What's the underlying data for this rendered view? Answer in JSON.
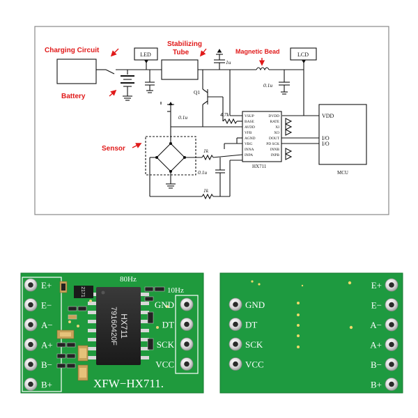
{
  "colors": {
    "red": "#e01919",
    "board_green": "#1f9a3d",
    "board_green_back": "#1e9a40",
    "silkscreen": "#ffffff",
    "line": "#111111"
  },
  "schematic": {
    "callouts": {
      "charging_circuit": "Charging Circuit",
      "stabilizing_tube_line1": "Stabilizing",
      "stabilizing_tube_line2": "Tube",
      "magnetic_bead": "Magnetic Bead",
      "battery": "Battery",
      "sensor": "Sensor"
    },
    "boxes": {
      "led": "LED",
      "lcd": "LCD",
      "mcu": "MCU"
    },
    "components": {
      "cap_1u": "1u",
      "cap_01u_top": "0.1u",
      "cap_01u_sensor": "0.1u",
      "cap_01u_low": "0.1u",
      "transistor": "Q1",
      "res_47k": "4.7k",
      "res_1k_a": "1k",
      "res_1k_b": "1k"
    },
    "hx711": {
      "name": "HX711",
      "left_pins": [
        "VSUP",
        "BASE",
        "AVDD",
        "VFB",
        "AGND",
        "VBG",
        "INNA",
        "INPA"
      ],
      "right_pins": [
        "DVDD",
        "RATE",
        "XI",
        "XO",
        "DOUT",
        "PD_SCK",
        "INNB",
        "INPB"
      ]
    },
    "mcu_pins": {
      "vdd": "VDD",
      "io1": "I/O",
      "io2": "I/O"
    }
  },
  "front_board": {
    "left_pins": [
      "E+",
      "E−",
      "A−",
      "A+",
      "B−",
      "B+"
    ],
    "right_pins": [
      "GND",
      "DT",
      "SCK",
      "VCC"
    ],
    "top_label_80hz": "80Hz",
    "top_label_10hz": "10Hz",
    "chip_line1": "HX711",
    "chip_line2": "79160420F",
    "regulator": "2171",
    "model": "XFW−HX711."
  },
  "back_board": {
    "left_pins": [
      "GND",
      "DT",
      "SCK",
      "VCC"
    ],
    "right_pins": [
      "E+",
      "E−",
      "A−",
      "A+",
      "B−",
      "B+"
    ]
  }
}
